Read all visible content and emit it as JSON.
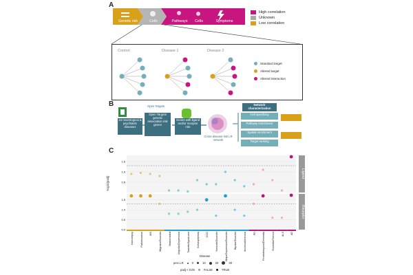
{
  "panelA": {
    "letter": "A",
    "stages": [
      {
        "label": "Genetic risk",
        "color": "#d9a01c"
      },
      {
        "label": "Cells",
        "color": "#c7167f"
      },
      {
        "label": "Pathways",
        "color": "#c7167f"
      },
      {
        "label": "Cells",
        "color": "#c7167f"
      },
      {
        "label": "Symptoms",
        "color": "#c7167f"
      }
    ],
    "stage_grey_label": "Cells",
    "legend": [
      {
        "label": "High correlation",
        "color": "#c7167f"
      },
      {
        "label": "Unknown",
        "color": "#a9a9a9"
      },
      {
        "label": "Low correlation",
        "color": "#d9a01c"
      }
    ],
    "networks": [
      {
        "title": "Control"
      },
      {
        "title": "Disease 1"
      },
      {
        "title": "Disease 2"
      }
    ],
    "network_legend": [
      {
        "label": "Standard target",
        "color": "#74aeb9"
      },
      {
        "label": "Altered target",
        "color": "#d9a01c"
      },
      {
        "label": "Altered interaction",
        "color": "#c7167f"
      }
    ]
  },
  "panelB": {
    "letter": "B",
    "box1": "24 neurological & psychiatric diseases",
    "logo_text": "Open Targets",
    "box2": "Open Targets genetic association risk genes",
    "box3": "Genes with ligand and/or receptor role",
    "network_caption": "Cross-disease-risk LR network",
    "characterization_title": "Network characterization",
    "characterization_items": [
      "Cell specificity",
      "Pathway enrichment",
      "Spatial enrichment",
      "Target ranking"
    ]
  },
  "panelC": {
    "letter": "C",
    "y_label": "-log10(padj)",
    "x_label": "Disease",
    "facets": [
      "Ligand",
      "Receptor"
    ],
    "yticks_top": [
      "0.5",
      "1.0",
      "1.5"
    ],
    "yticks_bottom": [
      "0.0",
      "0.5",
      "1.0",
      "1.5"
    ],
    "legend_size_title": "perc.LR",
    "legend_size_values": [
      "0",
      "10",
      "20",
      "30"
    ],
    "legend_sig_title": "padj < 0.05",
    "legend_sig_values": [
      "FALSE",
      "TRUE"
    ],
    "colors": {
      "gold": "#d9a01c",
      "blue": "#1a9fd6",
      "magenta": "#b0167c",
      "pink": "#e8709f",
      "teal": "#2bb39b"
    }
  },
  "chart_data": {
    "type": "scatter",
    "title": "",
    "xlabel": "Disease",
    "ylabel": "-log10(padj)",
    "categories": [
      "Narcolepsy",
      "Parkinsonism",
      "MS",
      "MigraineDisorder",
      "Brainrelated",
      "UnipolarDepression",
      "TouretteSyndrome",
      "Schizophrenia",
      "OCD",
      "NeuroticDisorder",
      "MajorDepressiveDisorder",
      "BipolarDisorder",
      "AnorexiaNervosa",
      "PD",
      "FrontotemporalDementia",
      "EssentialTremor",
      "ALS",
      "AD"
    ],
    "series": [
      {
        "name": "Ligand",
        "values": [
          0.9,
          0.95,
          0.9,
          0.8,
          0.1,
          0.1,
          0.05,
          0.6,
          0.4,
          0.4,
          1.0,
          0.6,
          0.3,
          0.4,
          1.1,
          0.6,
          0.1,
          1.8
        ]
      },
      {
        "name": "Receptor",
        "values": [
          1.7,
          1.7,
          1.7,
          1.3,
          0.8,
          0.8,
          0.9,
          1.0,
          1.5,
          0.7,
          1.7,
          1.0,
          0.7,
          1.3,
          1.7,
          0.6,
          0.6,
          1.8
        ]
      }
    ],
    "ylim": [
      0,
      1.8
    ]
  }
}
